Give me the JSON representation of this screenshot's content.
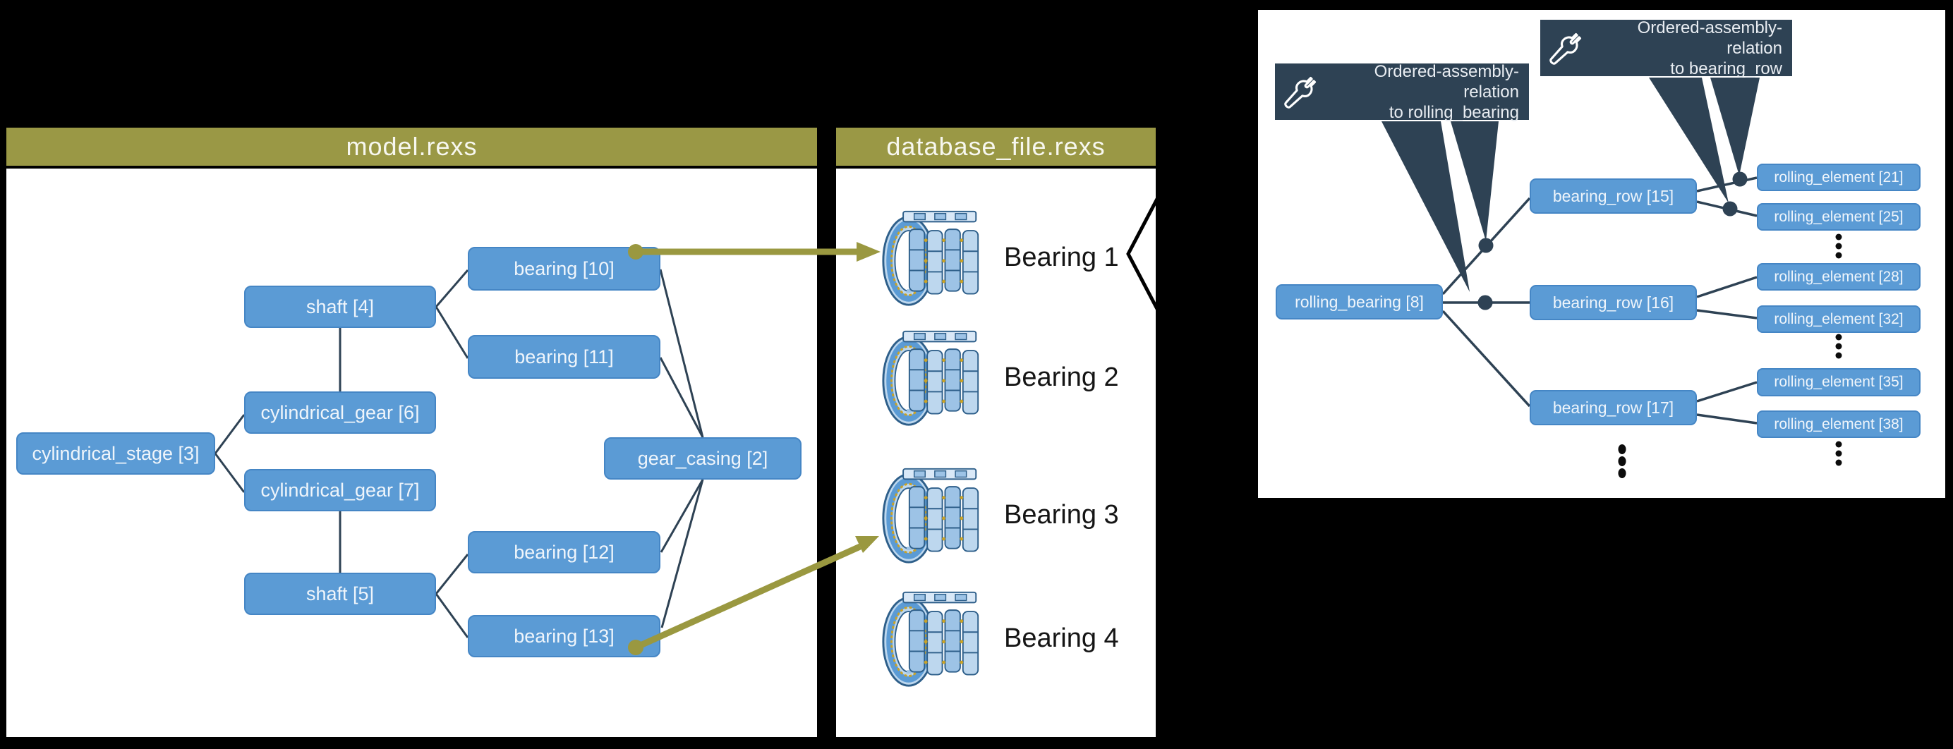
{
  "colors": {
    "background": "#000000",
    "header_olive": "#9A9845",
    "node_blue": "#5B9BD5",
    "node_border": "#4586C5",
    "dark_navy": "#2E4254",
    "arrow_olive": "#9A9840"
  },
  "left_panel": {
    "title": "model.rexs",
    "nodes": {
      "cylindrical_stage_3": "cylindrical_stage [3]",
      "shaft_4": "shaft [4]",
      "cylindrical_gear_6": "cylindrical_gear [6]",
      "cylindrical_gear_7": "cylindrical_gear [7]",
      "shaft_5": "shaft [5]",
      "bearing_10": "bearing [10]",
      "bearing_11": "bearing [11]",
      "bearing_12": "bearing [12]",
      "bearing_13": "bearing [13]",
      "gear_casing_2": "gear_casing [2]"
    }
  },
  "middle_panel": {
    "title": "database_file.rexs",
    "items": [
      {
        "label": "Bearing 1"
      },
      {
        "label": "Bearing 2"
      },
      {
        "label": "Bearing 3"
      },
      {
        "label": "Bearing 4"
      }
    ]
  },
  "right_panel": {
    "nodes": {
      "rolling_bearing_8": "rolling_bearing [8]",
      "bearing_row_15": "bearing_row [15]",
      "bearing_row_16": "bearing_row [16]",
      "bearing_row_17": "bearing_row [17]",
      "rolling_element_21": "rolling_element [21]",
      "rolling_element_25": "rolling_element [25]",
      "rolling_element_28": "rolling_element [28]",
      "rolling_element_32": "rolling_element [32]",
      "rolling_element_35": "rolling_element [35]",
      "rolling_element_38": "rolling_element [38]"
    },
    "callouts": [
      {
        "line1": "Ordered-assembly-relation",
        "line2": "to rolling_bearing"
      },
      {
        "line1": "Ordered-assembly-relation",
        "line2": "to bearing_row"
      }
    ]
  }
}
